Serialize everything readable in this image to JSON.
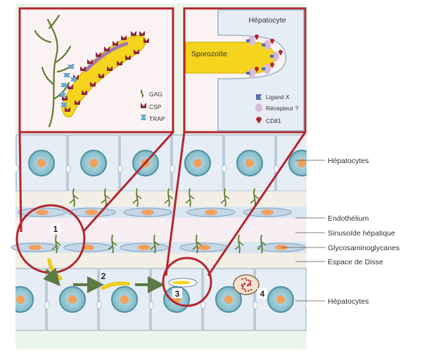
{
  "labels": {
    "hepatocytes_top": "Hépatocytes",
    "endothelium": "Endothélium",
    "sinusoid": "Sinusoïde hépatique",
    "gag_layer": "Glycosaminoglycanes",
    "disse": "Espace de Disse",
    "hepatocytes_bottom": "Hépatocytes"
  },
  "inset_left": {
    "legend": {
      "gag": "GAG",
      "csp": "CSP",
      "trap": "TRAP"
    }
  },
  "inset_right": {
    "title": "Hépatocyte",
    "sporozoite": "Sporozoïte",
    "legend": {
      "ligand": "Ligand X",
      "receptor": "Récepteur ?",
      "cd81": "CD81"
    }
  },
  "steps": [
    "1",
    "2",
    "3",
    "4"
  ],
  "colors": {
    "background": "#eaf5ec",
    "frame": "#b3262e",
    "sporozoite": "#f4d41c",
    "cell_membrane": "#9cb4c8",
    "nucleus": "#4d8fa3",
    "nucleolus": "#f2a05c",
    "gag": "#5f7b2f",
    "arrow": "#5c7a43"
  }
}
